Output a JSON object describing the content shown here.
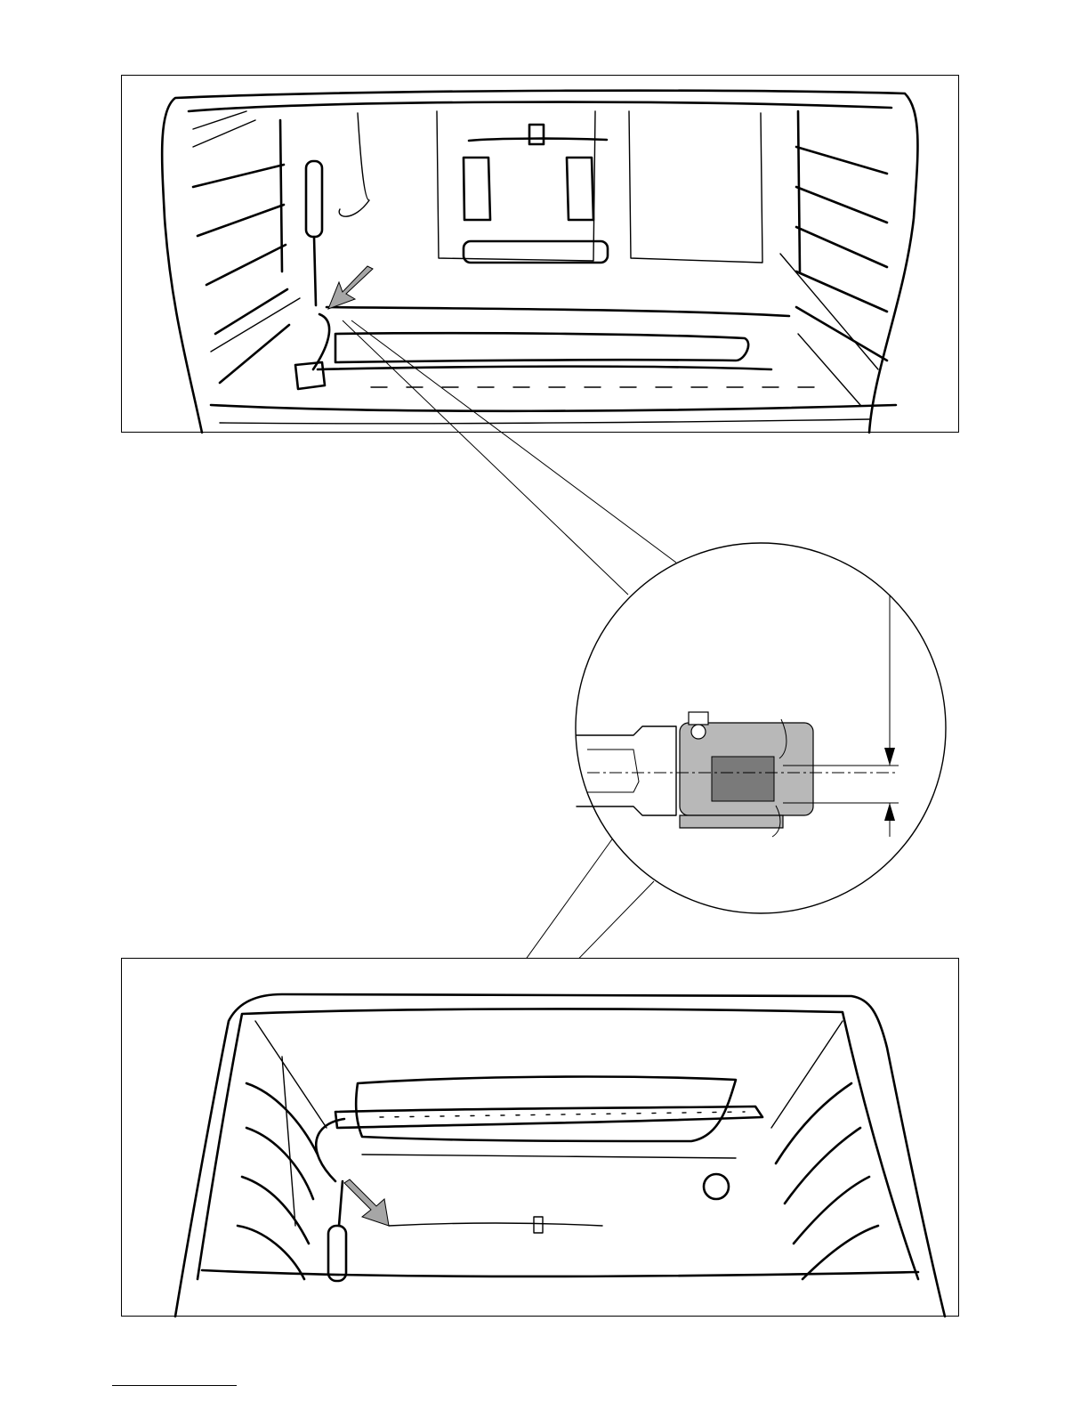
{
  "page": {
    "figures": [
      {
        "id": "oven-top-view",
        "icon": "oven-interior-illustration"
      },
      {
        "id": "burner-detail-magnifier",
        "icon": "burner-bracket-detail"
      },
      {
        "id": "oven-bottom-view",
        "icon": "oven-interior-illustration"
      }
    ],
    "colors": {
      "line": "#000000",
      "pointer_arrow": "#a6a6a6",
      "bracket_light": "#b8b8b8",
      "bracket_dark": "#7a7a7a"
    }
  }
}
